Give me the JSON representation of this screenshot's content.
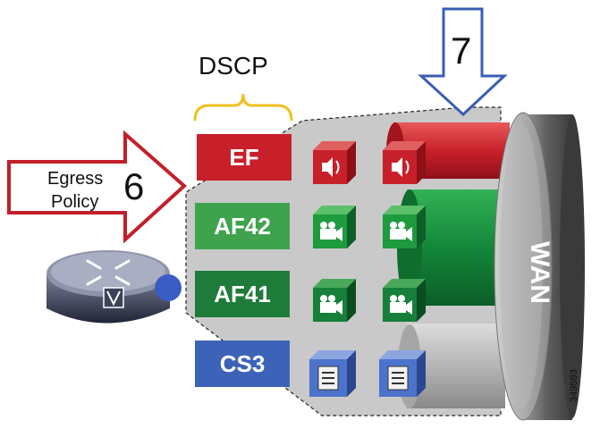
{
  "diagram": {
    "dscp_title": "DSCP",
    "egress_label_line1": "Egress",
    "egress_label_line2": "Policy",
    "egress_step": "6",
    "wan_step": "7",
    "wan_label": "WAN",
    "figure_id": "349593",
    "classes": [
      {
        "label": "EF",
        "color": "#c8202a",
        "icon": "speaker-icon"
      },
      {
        "label": "AF42",
        "color": "#3fa34d",
        "icon": "video-camera-icon"
      },
      {
        "label": "AF41",
        "color": "#1e7b3a",
        "icon": "video-camera-icon"
      },
      {
        "label": "CS3",
        "color": "#3d63b8",
        "icon": "document-icon"
      }
    ],
    "colors": {
      "egress_arrow_stroke": "#c21f2a",
      "wan_arrow_stroke": "#3a5db5",
      "brace": "#f0c020",
      "wan_cylinder": "#6b6b6b"
    }
  }
}
